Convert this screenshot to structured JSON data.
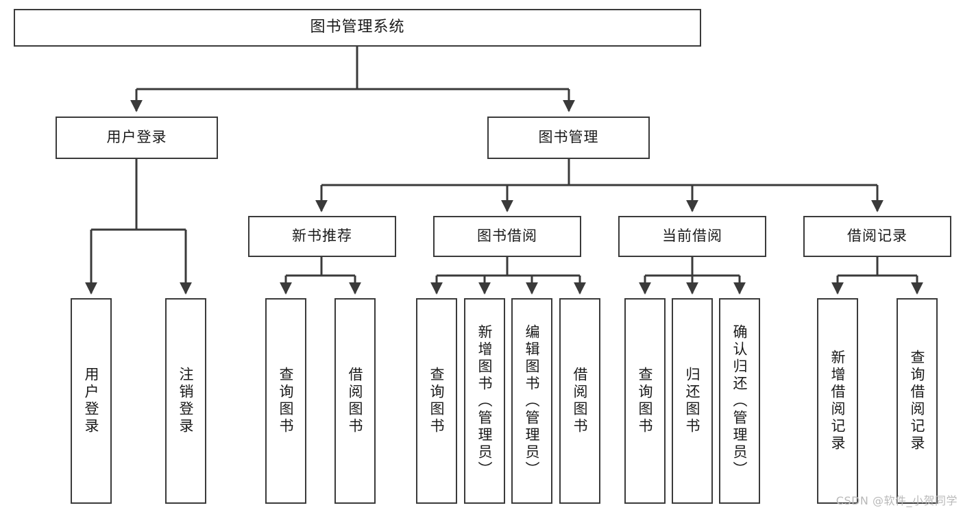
{
  "diagram": {
    "title": "图书管理系统",
    "type": "tree",
    "watermark": "CSDN @软件_小贺同学",
    "colors": {
      "box_border": "#3a3a3a",
      "box_fill": "#ffffff",
      "connector": "#3a3a3a",
      "text": "#1a1a1a",
      "watermark": "#b9b9b9"
    },
    "root": {
      "label": "图书管理系统"
    },
    "level2": [
      {
        "label": "用户登录"
      },
      {
        "label": "图书管理"
      }
    ],
    "level3": [
      {
        "label": "新书推荐"
      },
      {
        "label": "图书借阅"
      },
      {
        "label": "当前借阅"
      },
      {
        "label": "借阅记录"
      }
    ],
    "leaves": {
      "user_login": [
        {
          "label": "用户登录"
        },
        {
          "label": "注销登录"
        }
      ],
      "new_book_recommend": [
        {
          "label": "查询图书"
        },
        {
          "label": "借阅图书"
        }
      ],
      "book_borrow": [
        {
          "label": "查询图书"
        },
        {
          "label": "新增图书（管理员）"
        },
        {
          "label": "编辑图书（管理员）"
        },
        {
          "label": "借阅图书"
        }
      ],
      "current_borrow": [
        {
          "label": "查询图书"
        },
        {
          "label": "归还图书"
        },
        {
          "label": "确认归还（管理员）"
        }
      ],
      "borrow_records": [
        {
          "label": "新增借阅记录"
        },
        {
          "label": "查询借阅记录"
        }
      ]
    }
  }
}
